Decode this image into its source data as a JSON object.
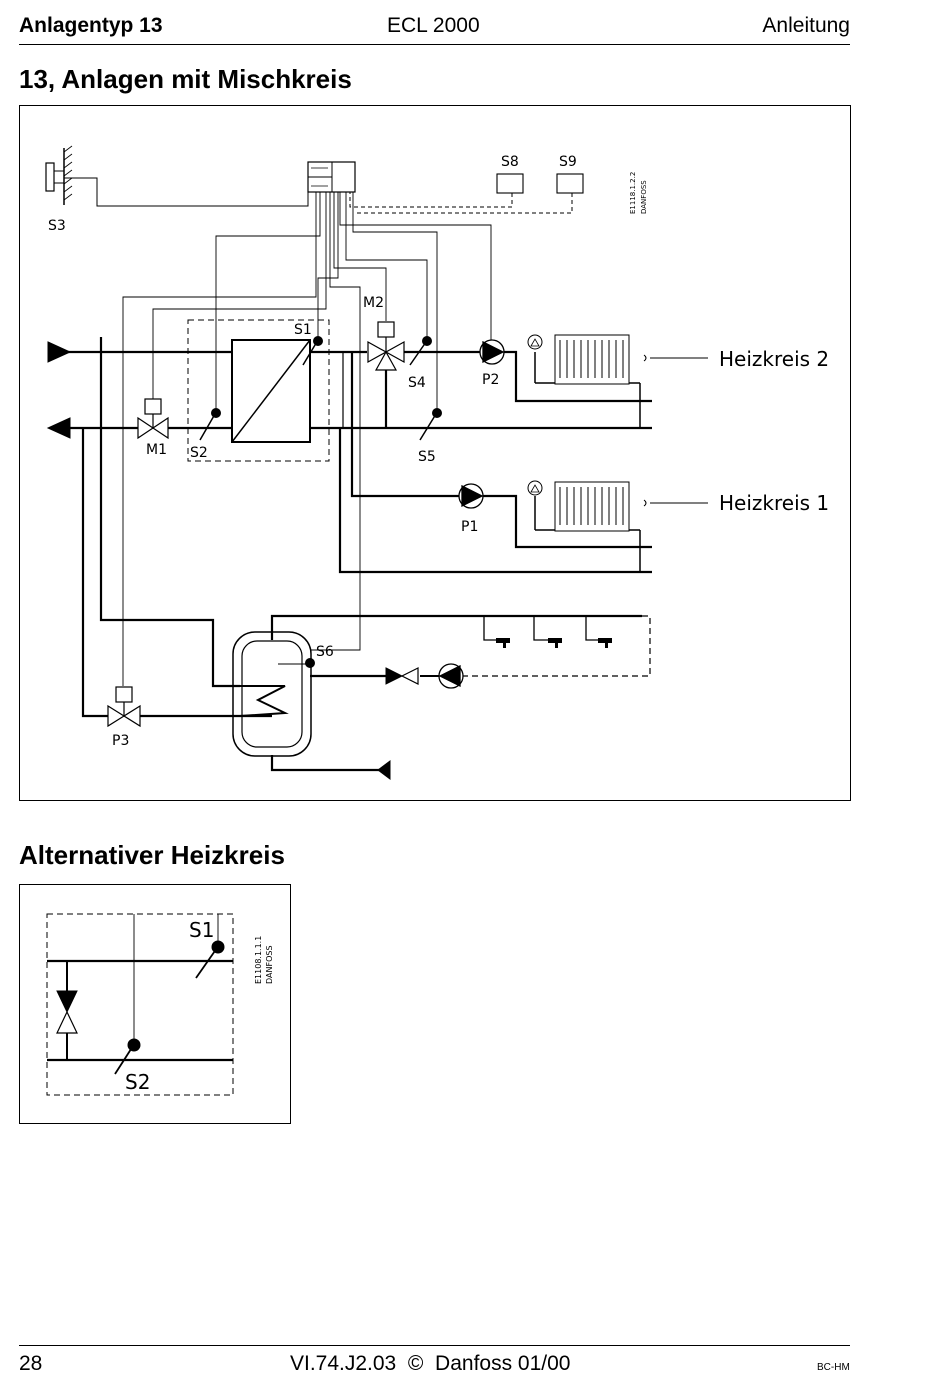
{
  "header": {
    "left": "Anlagentyp 13",
    "center": "ECL 2000",
    "right": "Anleitung"
  },
  "section_title": "13, Anlagen mit Mischkreis",
  "diagram_main": {
    "labels": {
      "s1": "S1",
      "s2": "S2",
      "s3": "S3",
      "s4": "S4",
      "s5": "S5",
      "s6": "S6",
      "s8": "S8",
      "s9": "S9",
      "m1": "M1",
      "m2": "M2",
      "p1": "P1",
      "p2": "P2",
      "p3": "P3"
    },
    "code": "E1118.1.2.2",
    "brand": "DANFOSS",
    "circuit_2": "Heizkreis 2",
    "circuit_1": "Heizkreis 1"
  },
  "alt_title": "Alternativer Heizkreis",
  "diagram_alt": {
    "labels": {
      "s1": "S1",
      "s2": "S2"
    },
    "code": "E1108.1.1.1",
    "brand": "DANFOSS"
  },
  "footer": {
    "page": "28",
    "doc": "VI.74.J2.03  ©  Danfoss 01/00",
    "code": "BC-HM"
  }
}
